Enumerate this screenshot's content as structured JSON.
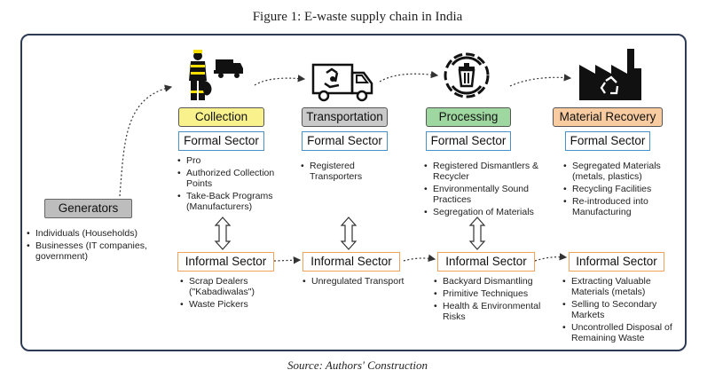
{
  "figure": {
    "title": "Figure 1: E-waste supply chain in India",
    "source": "Source:  Authors' Construction"
  },
  "colors": {
    "collection": "#f9f28c",
    "transportation": "#c9c9c9",
    "processing": "#9fd7a0",
    "material_recovery": "#f8cba0",
    "formal_border": "#4a90c8",
    "informal_border": "#f0a35a",
    "frame": "#2c3a55"
  },
  "generators": {
    "label": "Generators",
    "items": [
      "Individuals (Households)",
      "Businesses (IT companies, government)"
    ]
  },
  "stages": [
    {
      "label": "Collection",
      "icon": "waste-collector-truck-icon",
      "formal_label": "Formal Sector",
      "formal_items": [
        "Pro",
        "Authorized Collection Points",
        "Take-Back Programs (Manufacturers)"
      ],
      "informal_label": "Informal Sector",
      "informal_items": [
        "Scrap Dealers (\"Kabadiwalas\")",
        "Waste Pickers"
      ]
    },
    {
      "label": "Transportation",
      "icon": "recycling-truck-icon",
      "formal_label": "Formal Sector",
      "formal_items": [
        "Registered Transporters"
      ],
      "informal_label": "Informal Sector",
      "informal_items": [
        "Unregulated Transport"
      ]
    },
    {
      "label": "Processing",
      "icon": "recycling-bin-gear-icon",
      "formal_label": "Formal Sector",
      "formal_items": [
        "Registered Dismantlers & Recycler",
        "Environmentally Sound Practices",
        "Segregation of Materials"
      ],
      "informal_label": "Informal Sector",
      "informal_items": [
        "Backyard Dismantling",
        "Primitive Techniques",
        "Health & Environmental Risks"
      ]
    },
    {
      "label": "Material Recovery",
      "icon": "recycling-factory-icon",
      "formal_label": "Formal Sector",
      "formal_items": [
        "Segregated Materials (metals, plastics)",
        "Recycling Facilities",
        "Re-introduced into Manufacturing"
      ],
      "informal_label": "Informal Sector",
      "informal_items": [
        "Extracting Valuable Materials (metals)",
        "Selling to Secondary Markets",
        "Uncontrolled Disposal of Remaining Waste"
      ]
    }
  ]
}
